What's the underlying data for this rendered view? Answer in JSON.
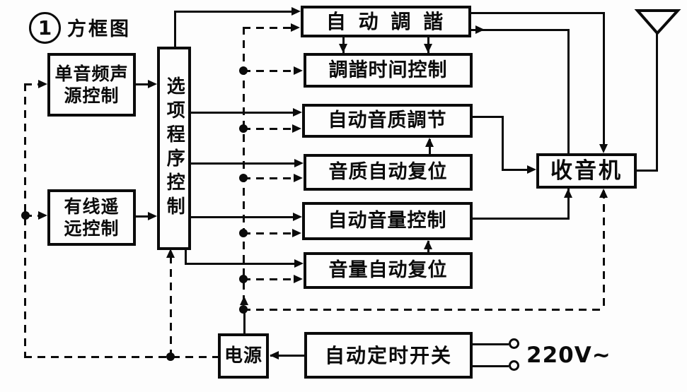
{
  "figure": {
    "number": "1",
    "title": "方框图"
  },
  "blocks": {
    "audio_source": {
      "line1": "单音频声",
      "line2": "源控制"
    },
    "wired_remote": {
      "line1": "有线遥",
      "line2": "远控制"
    },
    "program_select": {
      "label": "选项程序控制"
    },
    "auto_tuning": {
      "label": "自 动 調 諧"
    },
    "tuning_time": {
      "label": "調諧时间控制"
    },
    "auto_tone": {
      "label": "自动音质調节"
    },
    "tone_reset": {
      "label": "音质自动复位"
    },
    "auto_volume": {
      "label": "自动音量控制"
    },
    "volume_reset": {
      "label": "音量自动复位"
    },
    "radio": {
      "label": "收音机"
    },
    "power": {
      "label": "电源"
    },
    "timer_switch": {
      "label": "自动定时开关"
    }
  },
  "annotations": {
    "mains_voltage": "220V~"
  },
  "colors": {
    "ink": "#0b0b0b",
    "paper": "#fdfdfd"
  }
}
